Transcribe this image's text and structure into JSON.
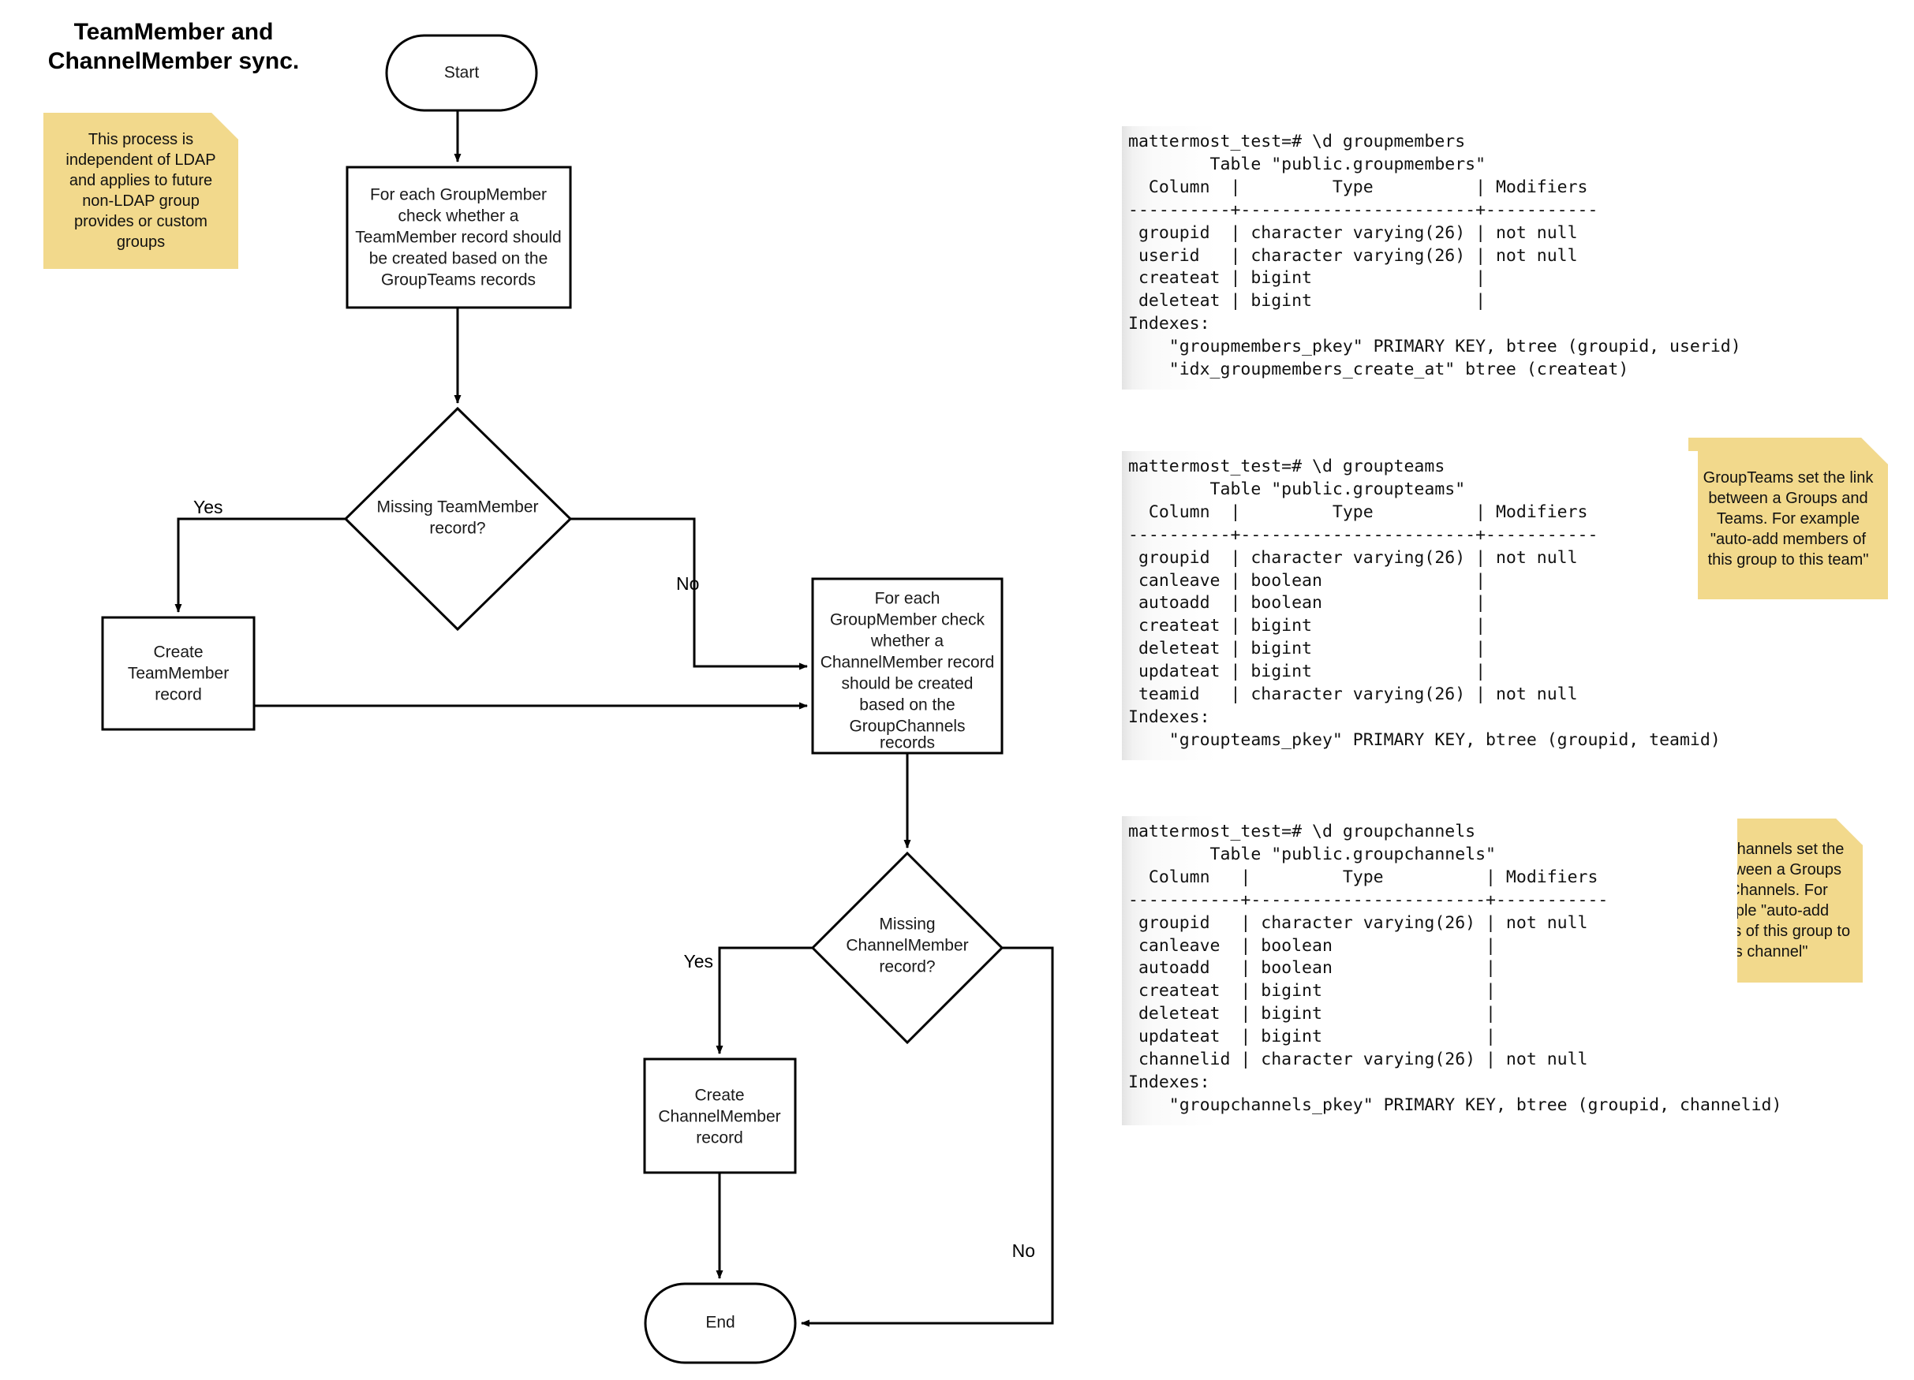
{
  "title": "TeamMember and\nChannelMember sync.",
  "flowchart": {
    "nodes": {
      "start": "Start",
      "process_teammember_check": "For each GroupMember check whether a TeamMember record should be created based on the GroupTeams records",
      "decision_teammember": "Missing TeamMember record?",
      "create_teammember": "Create TeamMember record",
      "process_channelmember_check": "For each GroupMember check whether a ChannelMember record should be created based on the GroupChannels records",
      "decision_channelmember": "Missing ChannelMember record?",
      "create_channelmember": "Create ChannelMember record",
      "end": "End"
    },
    "node_lines": {
      "process_teammember_check": [
        "For each GroupMember",
        "check whether a",
        "TeamMember record should",
        "be created based on the",
        "GroupTeams records"
      ],
      "decision_teammember": [
        "Missing TeamMember",
        "record?"
      ],
      "create_teammember": [
        "Create",
        "TeamMember",
        "record"
      ],
      "process_channelmember_check": [
        "For each",
        "GroupMember check",
        "whether a",
        "ChannelMember record",
        "should be created",
        "based on the",
        "GroupChannels",
        "records"
      ],
      "decision_channelmember": [
        "Missing",
        "ChannelMember",
        "record?"
      ],
      "create_channelmember": [
        "Create",
        "ChannelMember",
        "record"
      ]
    },
    "edge_labels": {
      "teammember_yes": "Yes",
      "teammember_no": "No",
      "channelmember_yes": "Yes",
      "channelmember_no": "No"
    }
  },
  "notes": {
    "ldap": "This process is independent of LDAP and applies to future non-LDAP group provides or custom groups",
    "groupteams": "GroupTeams set the link between a Groups and Teams. For example \"auto-add members of this group to this team\"",
    "groupchannels": "GroupChannels set the link between a Groups and Channels. For example \"auto-add members of this group to this channel\""
  },
  "terminals": {
    "groupmembers": "mattermost_test=# \\d groupmembers\n        Table \"public.groupmembers\"\n  Column  |         Type          | Modifiers\n----------+-----------------------+-----------\n groupid  | character varying(26) | not null\n userid   | character varying(26) | not null\n createat | bigint                |\n deleteat | bigint                |\nIndexes:\n    \"groupmembers_pkey\" PRIMARY KEY, btree (groupid, userid)\n    \"idx_groupmembers_create_at\" btree (createat)",
    "groupteams": "mattermost_test=# \\d groupteams\n        Table \"public.groupteams\"\n  Column  |         Type          | Modifiers\n----------+-----------------------+-----------\n groupid  | character varying(26) | not null\n canleave | boolean               |\n autoadd  | boolean               |\n createat | bigint                |\n deleteat | bigint                |\n updateat | bigint                |\n teamid   | character varying(26) | not null\nIndexes:\n    \"groupteams_pkey\" PRIMARY KEY, btree (groupid, teamid)",
    "groupchannels": "mattermost_test=# \\d groupchannels\n        Table \"public.groupchannels\"\n  Column   |         Type          | Modifiers\n-----------+-----------------------+-----------\n groupid   | character varying(26) | not null\n canleave  | boolean               |\n autoadd   | boolean               |\n createat  | bigint                |\n deleteat  | bigint                |\n updateat  | bigint                |\n channelid | character varying(26) | not null\nIndexes:\n    \"groupchannels_pkey\" PRIMARY KEY, btree (groupid, channelid)"
  },
  "colors": {
    "note_bg": "#f2d98c",
    "note_fold": "#d9be72",
    "stroke": "#000000",
    "canvas": "#ffffff"
  }
}
